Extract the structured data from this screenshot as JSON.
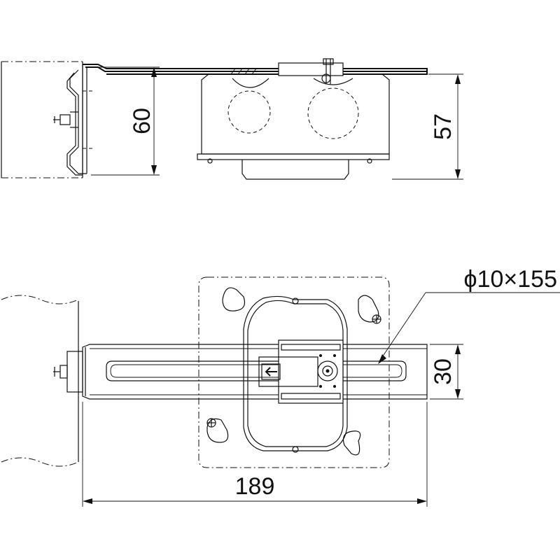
{
  "dimensions": {
    "side_height": "60",
    "box_depth": "57",
    "bracket_width": "30",
    "overall_length": "189",
    "rod_spec": "ϕ10×155"
  }
}
